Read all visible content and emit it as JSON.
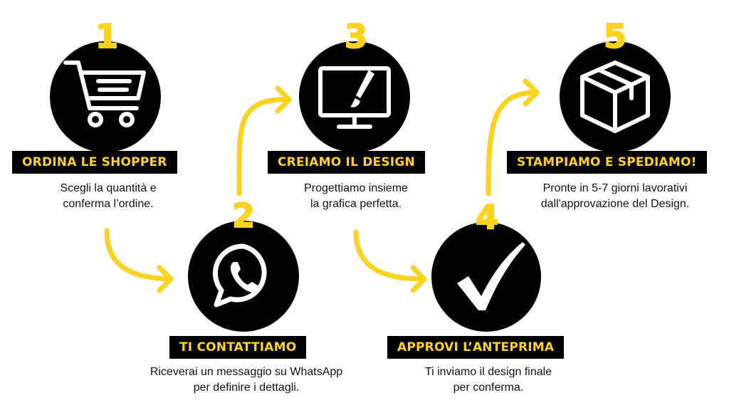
{
  "colors": {
    "accent": "#FFD21F",
    "dark": "#000000",
    "text": "#111111",
    "background": "#ffffff"
  },
  "steps": [
    {
      "number": "1",
      "title": "ORDINA LE SHOPPER",
      "desc": [
        "Scegli la quantità e",
        "conferma l’ordine."
      ],
      "icon": "shopping-cart-icon"
    },
    {
      "number": "2",
      "title": "TI CONTATTIAMO",
      "desc": [
        "Riceverai un messaggio su WhatsApp",
        "per definire i dettagli."
      ],
      "icon": "whatsapp-icon"
    },
    {
      "number": "3",
      "title": "CREIAMO IL DESIGN",
      "desc": [
        "Progettiamo insieme",
        "la grafica perfetta."
      ],
      "icon": "monitor-brush-icon"
    },
    {
      "number": "4",
      "title": "APPROVI L’ANTEPRIMA",
      "desc": [
        "Ti inviamo il design finale",
        "per conferma."
      ],
      "icon": "checkmark-icon"
    },
    {
      "number": "5",
      "title": "STAMPIAMO E SPEDIAMO!",
      "desc": [
        "Pronte in 5-7 giorni lavorativi",
        "dall'approvazione del Design."
      ],
      "icon": "box-icon"
    }
  ]
}
